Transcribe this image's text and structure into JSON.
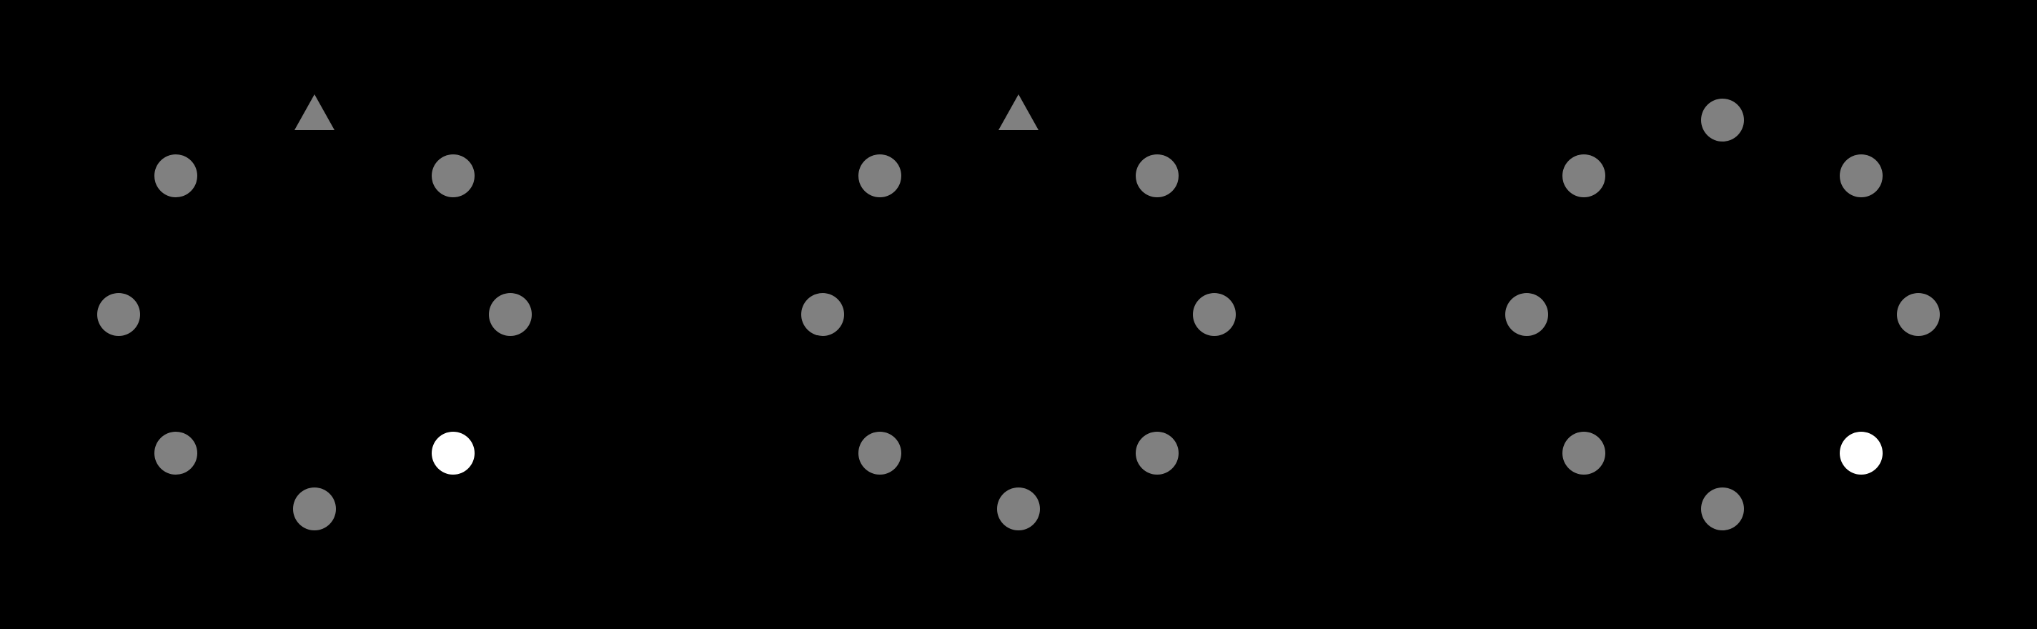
{
  "colors": {
    "background": "#000000",
    "dim": "#808080",
    "bright": "#ffffff"
  },
  "panels": [
    {
      "items": [
        {
          "position": "top",
          "shape": "triangle",
          "state": "dim"
        },
        {
          "position": "top-right",
          "shape": "circle",
          "state": "dim"
        },
        {
          "position": "right",
          "shape": "circle",
          "state": "dim"
        },
        {
          "position": "bottom-right",
          "shape": "circle",
          "state": "bright"
        },
        {
          "position": "bottom",
          "shape": "circle",
          "state": "dim"
        },
        {
          "position": "bottom-left",
          "shape": "circle",
          "state": "dim"
        },
        {
          "position": "left",
          "shape": "circle",
          "state": "dim"
        },
        {
          "position": "top-left",
          "shape": "circle",
          "state": "dim"
        }
      ]
    },
    {
      "items": [
        {
          "position": "top",
          "shape": "triangle",
          "state": "dim"
        },
        {
          "position": "top-right",
          "shape": "circle",
          "state": "dim"
        },
        {
          "position": "right",
          "shape": "circle",
          "state": "dim"
        },
        {
          "position": "bottom-right",
          "shape": "circle",
          "state": "dim"
        },
        {
          "position": "bottom",
          "shape": "circle",
          "state": "dim"
        },
        {
          "position": "bottom-left",
          "shape": "circle",
          "state": "dim"
        },
        {
          "position": "left",
          "shape": "circle",
          "state": "dim"
        },
        {
          "position": "top-left",
          "shape": "circle",
          "state": "dim"
        }
      ]
    },
    {
      "items": [
        {
          "position": "top",
          "shape": "circle",
          "state": "dim"
        },
        {
          "position": "top-right",
          "shape": "circle",
          "state": "dim"
        },
        {
          "position": "right",
          "shape": "circle",
          "state": "dim"
        },
        {
          "position": "bottom-right",
          "shape": "circle",
          "state": "bright"
        },
        {
          "position": "bottom",
          "shape": "circle",
          "state": "dim"
        },
        {
          "position": "bottom-left",
          "shape": "circle",
          "state": "dim"
        },
        {
          "position": "left",
          "shape": "circle",
          "state": "dim"
        },
        {
          "position": "top-left",
          "shape": "circle",
          "state": "dim"
        }
      ]
    }
  ]
}
